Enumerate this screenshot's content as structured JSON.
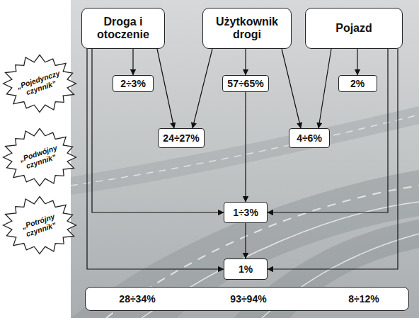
{
  "diagram": {
    "nodes": [
      {
        "text": [
          "Droga i otoczenie"
        ]
      },
      {
        "text": [
          "Użytkownik drogi"
        ]
      },
      {
        "text": [
          "Pojazd"
        ]
      },
      {
        "text": [
          "„Pojedynczy czynnik”"
        ]
      },
      {
        "text": [
          "2÷3%"
        ]
      },
      {
        "text": [
          "57÷65%"
        ]
      },
      {
        "text": [
          "2%"
        ]
      },
      {
        "text": [
          "„Podwójny czynnik”"
        ]
      },
      {
        "text": [
          "24÷27%"
        ]
      },
      {
        "text": [
          "4÷6%"
        ]
      },
      {
        "text": [
          "1÷3%"
        ]
      },
      {
        "text": [
          "„Potrójny czynnik”"
        ]
      },
      {
        "text": [
          "1%"
        ]
      },
      {
        "text": [
          "28÷34%",
          "93÷94%",
          "8÷12%"
        ]
      }
    ],
    "edges": [
      {
        "from": 0,
        "to": 4,
        "arrow": "to"
      },
      {
        "from": 1,
        "to": 5,
        "arrow": "to"
      },
      {
        "from": 2,
        "to": 6,
        "arrow": "to"
      },
      {
        "from": 0,
        "to": 8,
        "arrow": "to"
      },
      {
        "from": 1,
        "to": 8,
        "arrow": "to"
      },
      {
        "from": 1,
        "to": 9,
        "arrow": "to"
      },
      {
        "from": 2,
        "to": 9,
        "arrow": "to"
      },
      {
        "from": 0,
        "to": 10,
        "arrow": "to"
      },
      {
        "from": 5,
        "to": 10,
        "arrow": "to"
      },
      {
        "from": 2,
        "to": 10,
        "arrow": "to"
      },
      {
        "from": 0,
        "to": 12,
        "arrow": "to"
      },
      {
        "from": 10,
        "to": 12,
        "arrow": "to"
      },
      {
        "from": 2,
        "to": 12,
        "arrow": "to"
      }
    ]
  }
}
